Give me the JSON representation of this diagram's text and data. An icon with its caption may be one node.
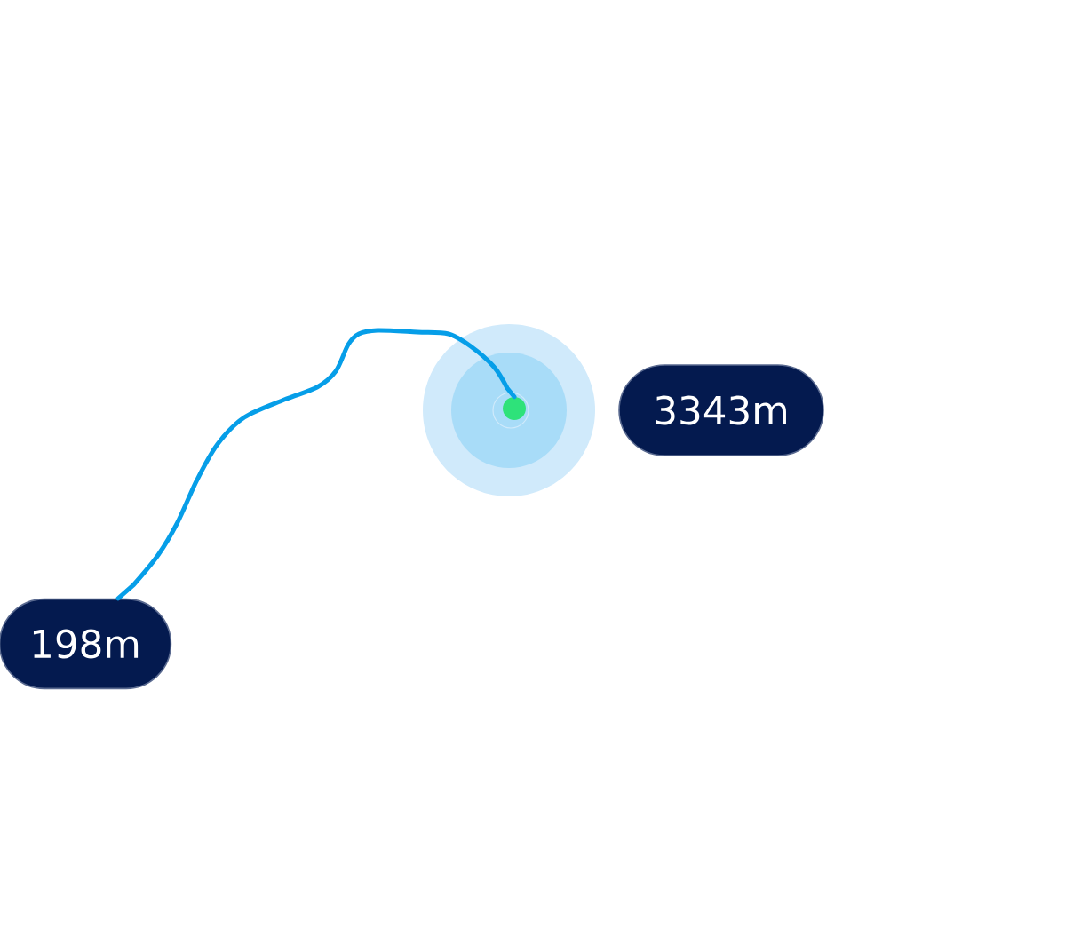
{
  "diagram": {
    "nodes": [
      {
        "text": [
          "198m"
        ]
      },
      {
        "text": [],
        "shape": "circle"
      },
      {
        "text": [
          "3343m"
        ]
      }
    ],
    "edges": [
      {
        "from": 0,
        "to": 1,
        "arrow": "none"
      }
    ]
  }
}
